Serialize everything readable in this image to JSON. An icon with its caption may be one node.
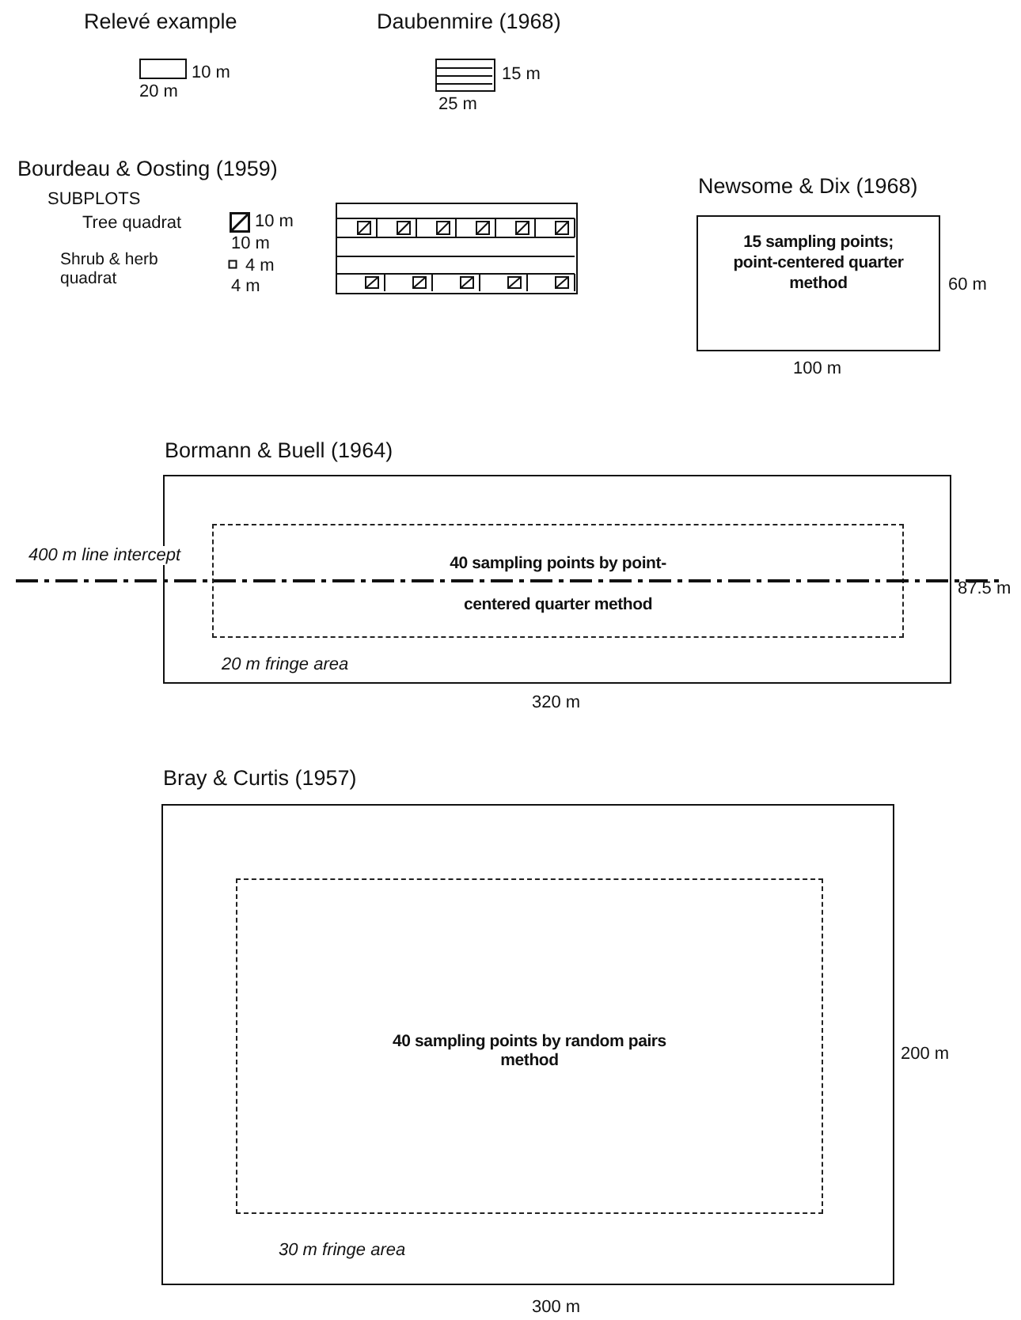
{
  "diagram": {
    "nodes": [
      {
        "text": [
          "Relevé example"
        ],
        "beside": [
          "10 m",
          "20 m"
        ]
      },
      {
        "text": [
          "Daubenmire (1968)"
        ],
        "beside": [
          "15 m",
          "25 m"
        ]
      },
      {
        "text": [
          "Bourdeau & Oosting (1959)"
        ]
      },
      {
        "text": [
          "Newsome & Dix (1968)",
          "15 sampling points; point-centered quarter method"
        ],
        "beside": [
          "60 m",
          "100 m"
        ]
      },
      {
        "text": [
          "Bormann & Buell (1964)"
        ],
        "beside": [
          "87.5 m",
          "320 m"
        ]
      },
      {
        "text": [
          "40 sampling points by point-centered quarter method"
        ],
        "in": 4
      },
      {
        "text": [
          "Bray & Curtis (1957)"
        ],
        "beside": [
          "200 m",
          "300 m"
        ]
      },
      {
        "text": [
          "40 sampling points by random pairs method"
        ],
        "in": 6
      }
    ],
    "labels": [
      "SUBPLOTS",
      "Tree quadrat",
      "10 m",
      "10 m",
      "Shrub & herb quadrat",
      "4 m",
      "4 m",
      "400 m line intercept",
      "20 m fringe area",
      "30 m fringe area"
    ]
  }
}
